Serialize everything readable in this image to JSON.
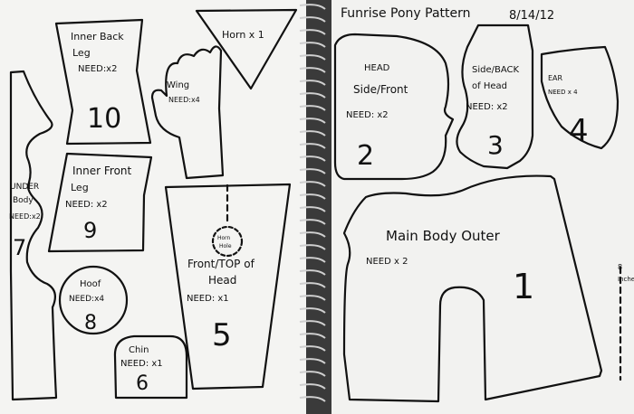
{
  "header": {
    "title": "Funrise Pony Pattern",
    "date": "8/14/12"
  },
  "pieces": {
    "inner_back_leg": {
      "name_line1": "Inner Back",
      "name_line2": "Leg",
      "need": "NEED:x2",
      "number": "10"
    },
    "horn": {
      "name": "Horn x 1"
    },
    "wing": {
      "name": "Wing",
      "need": "NEED:x4"
    },
    "under_body": {
      "name_line1": "UNDER",
      "name_line2": "Body",
      "need": "NEED:x2",
      "number": "7"
    },
    "inner_front_leg": {
      "name_line1": "Inner Front",
      "name_line2": "Leg",
      "need": "NEED: x2",
      "number": "9"
    },
    "hoof": {
      "name": "Hoof",
      "need": "NEED:x4",
      "number": "8"
    },
    "chin": {
      "name": "Chin",
      "need": "NEED: x1",
      "number": "6"
    },
    "top_of_head": {
      "hole_line1": "Horn",
      "hole_line2": "Hole",
      "name_line1": "Front/TOP of",
      "name_line2": "Head",
      "need": "NEED: x1",
      "number": "5"
    },
    "head_side_front": {
      "name_line1": "HEAD",
      "name_line2": "Side/Front",
      "need": "NEED: x2",
      "number": "2"
    },
    "side_back_head": {
      "name_line1": "Side/BACK",
      "name_line2": "of Head",
      "need": "NEED: x2",
      "number": "3"
    },
    "ear": {
      "name": "EAR",
      "need": "NEED x 4",
      "number": "4"
    },
    "main_body_outer": {
      "name": "Main Body Outer",
      "need": "NEED x 2",
      "number": "1",
      "measure_line1": "8",
      "measure_line2": "Inches"
    }
  }
}
